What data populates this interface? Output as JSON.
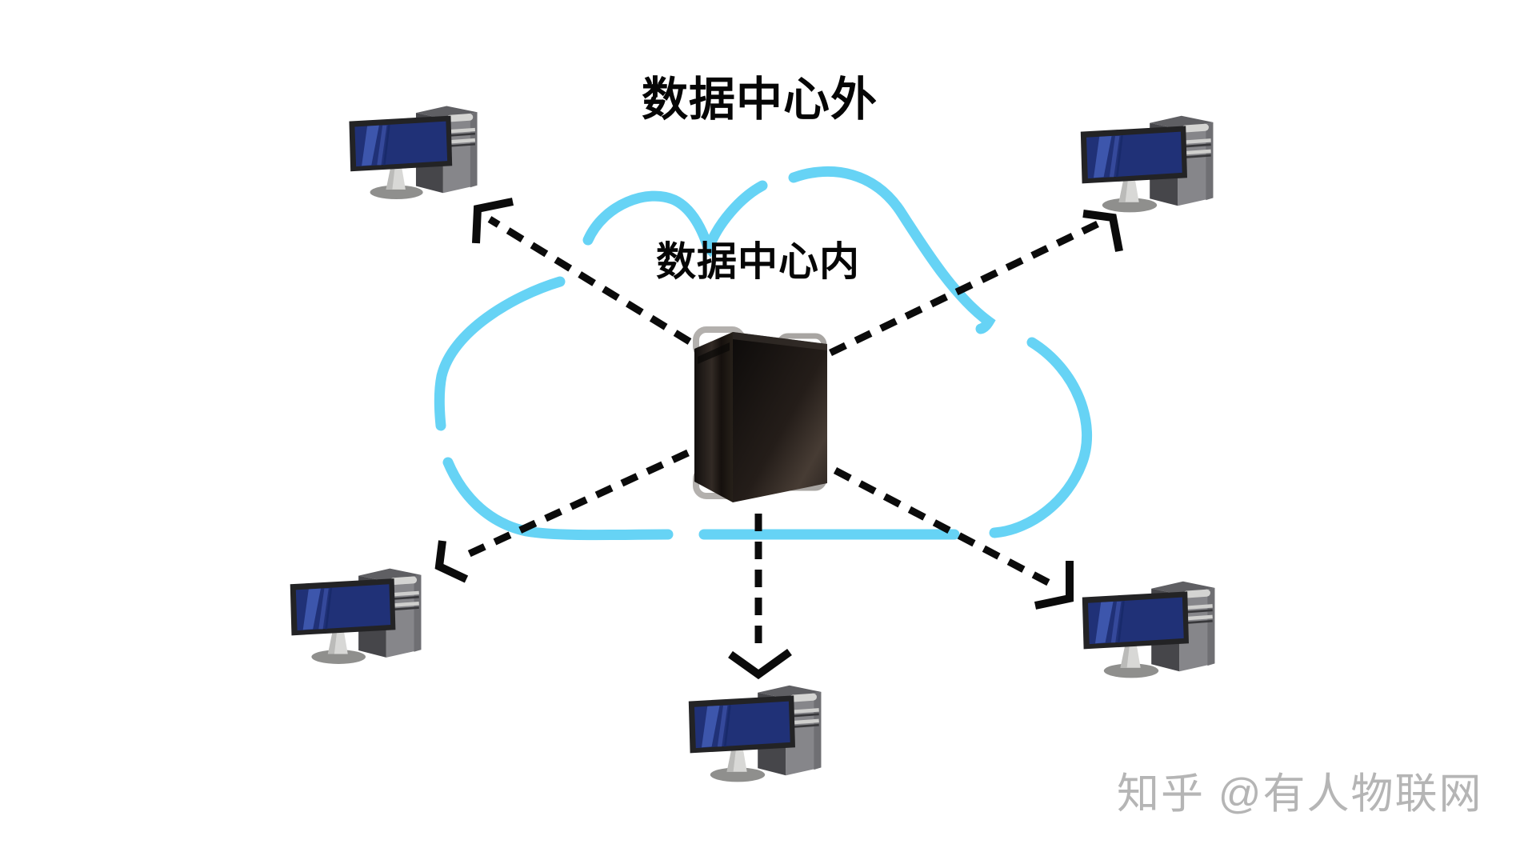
{
  "diagram": {
    "title_outside": "数据中心外",
    "cloud": {
      "inside_label": "数据中心内",
      "icon": "cloud-outline-icon",
      "stroke_color": "#66d3f5"
    },
    "server": {
      "icon": "server-tower-icon",
      "body_color": "#1a1411",
      "handle_color": "#b3b0ad"
    },
    "computers": {
      "icon": "desktop-computer-icon",
      "count": 5,
      "positions": [
        "top-left",
        "top-right",
        "bottom-left",
        "bottom-center",
        "bottom-right"
      ],
      "screen_color": "#203177",
      "screen_highlight_color": "#3d56ac",
      "tower_color": "#86868a"
    },
    "arrows": {
      "style": "dashed",
      "color": "#0b0b0b",
      "count": 5,
      "directions": [
        "up-left",
        "up-right",
        "down-left",
        "down-center",
        "down-right"
      ]
    },
    "watermark": {
      "text": "知乎 @有人物联网",
      "color": "#b5b5b5"
    }
  }
}
